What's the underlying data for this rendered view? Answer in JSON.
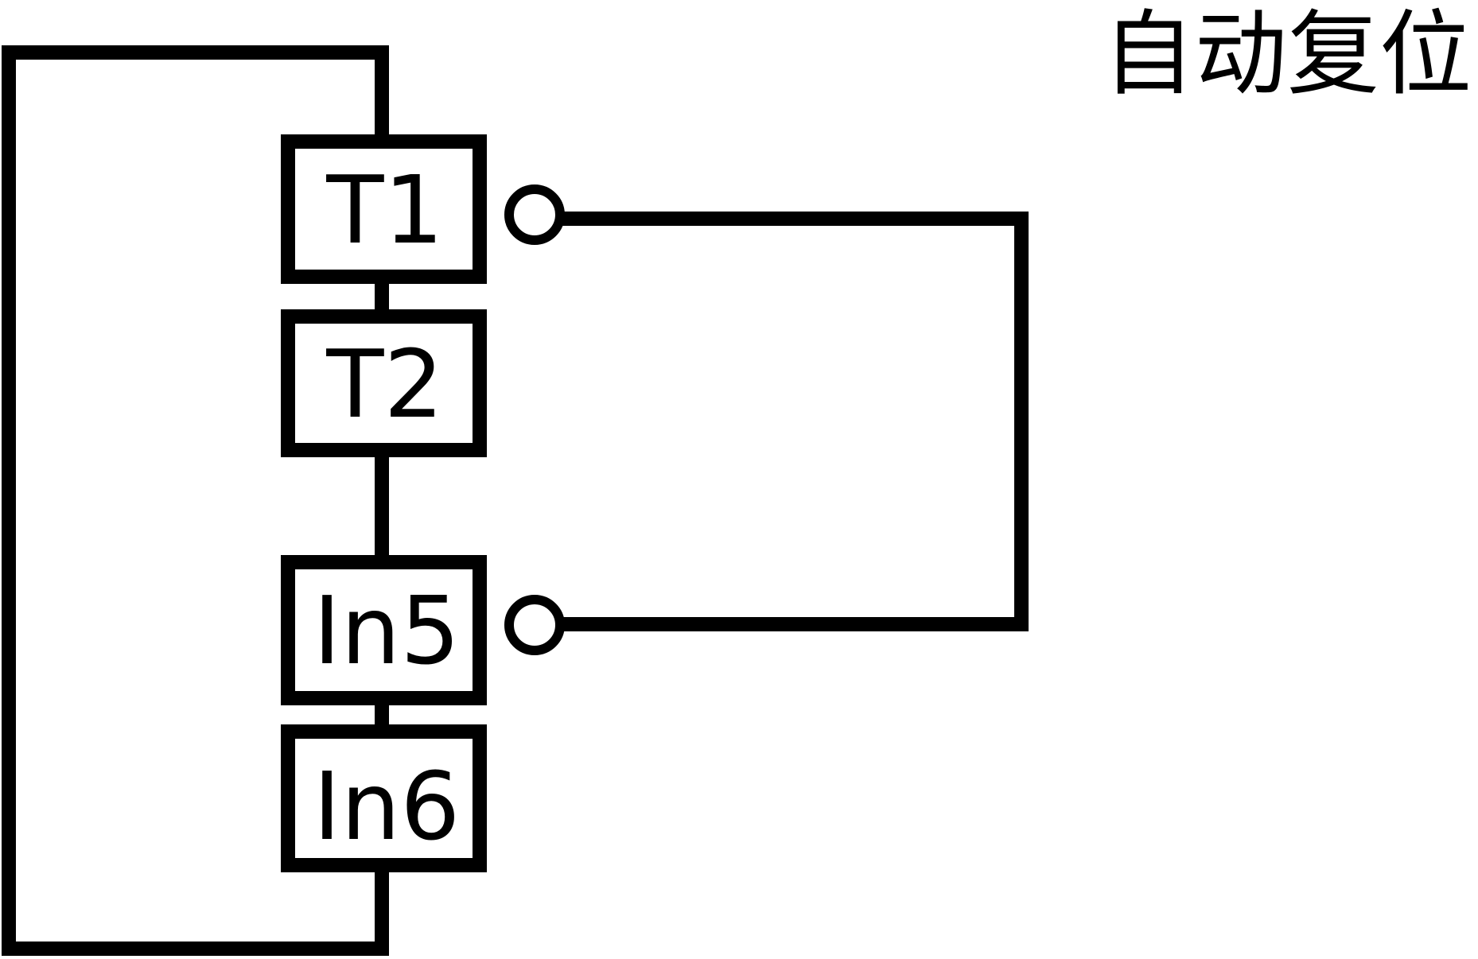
{
  "title": "自动复位",
  "blocks": [
    {
      "id": "t1",
      "label": "T1"
    },
    {
      "id": "t2",
      "label": "T2"
    },
    {
      "id": "in5",
      "label": "In5"
    },
    {
      "id": "in6",
      "label": "In6"
    }
  ]
}
